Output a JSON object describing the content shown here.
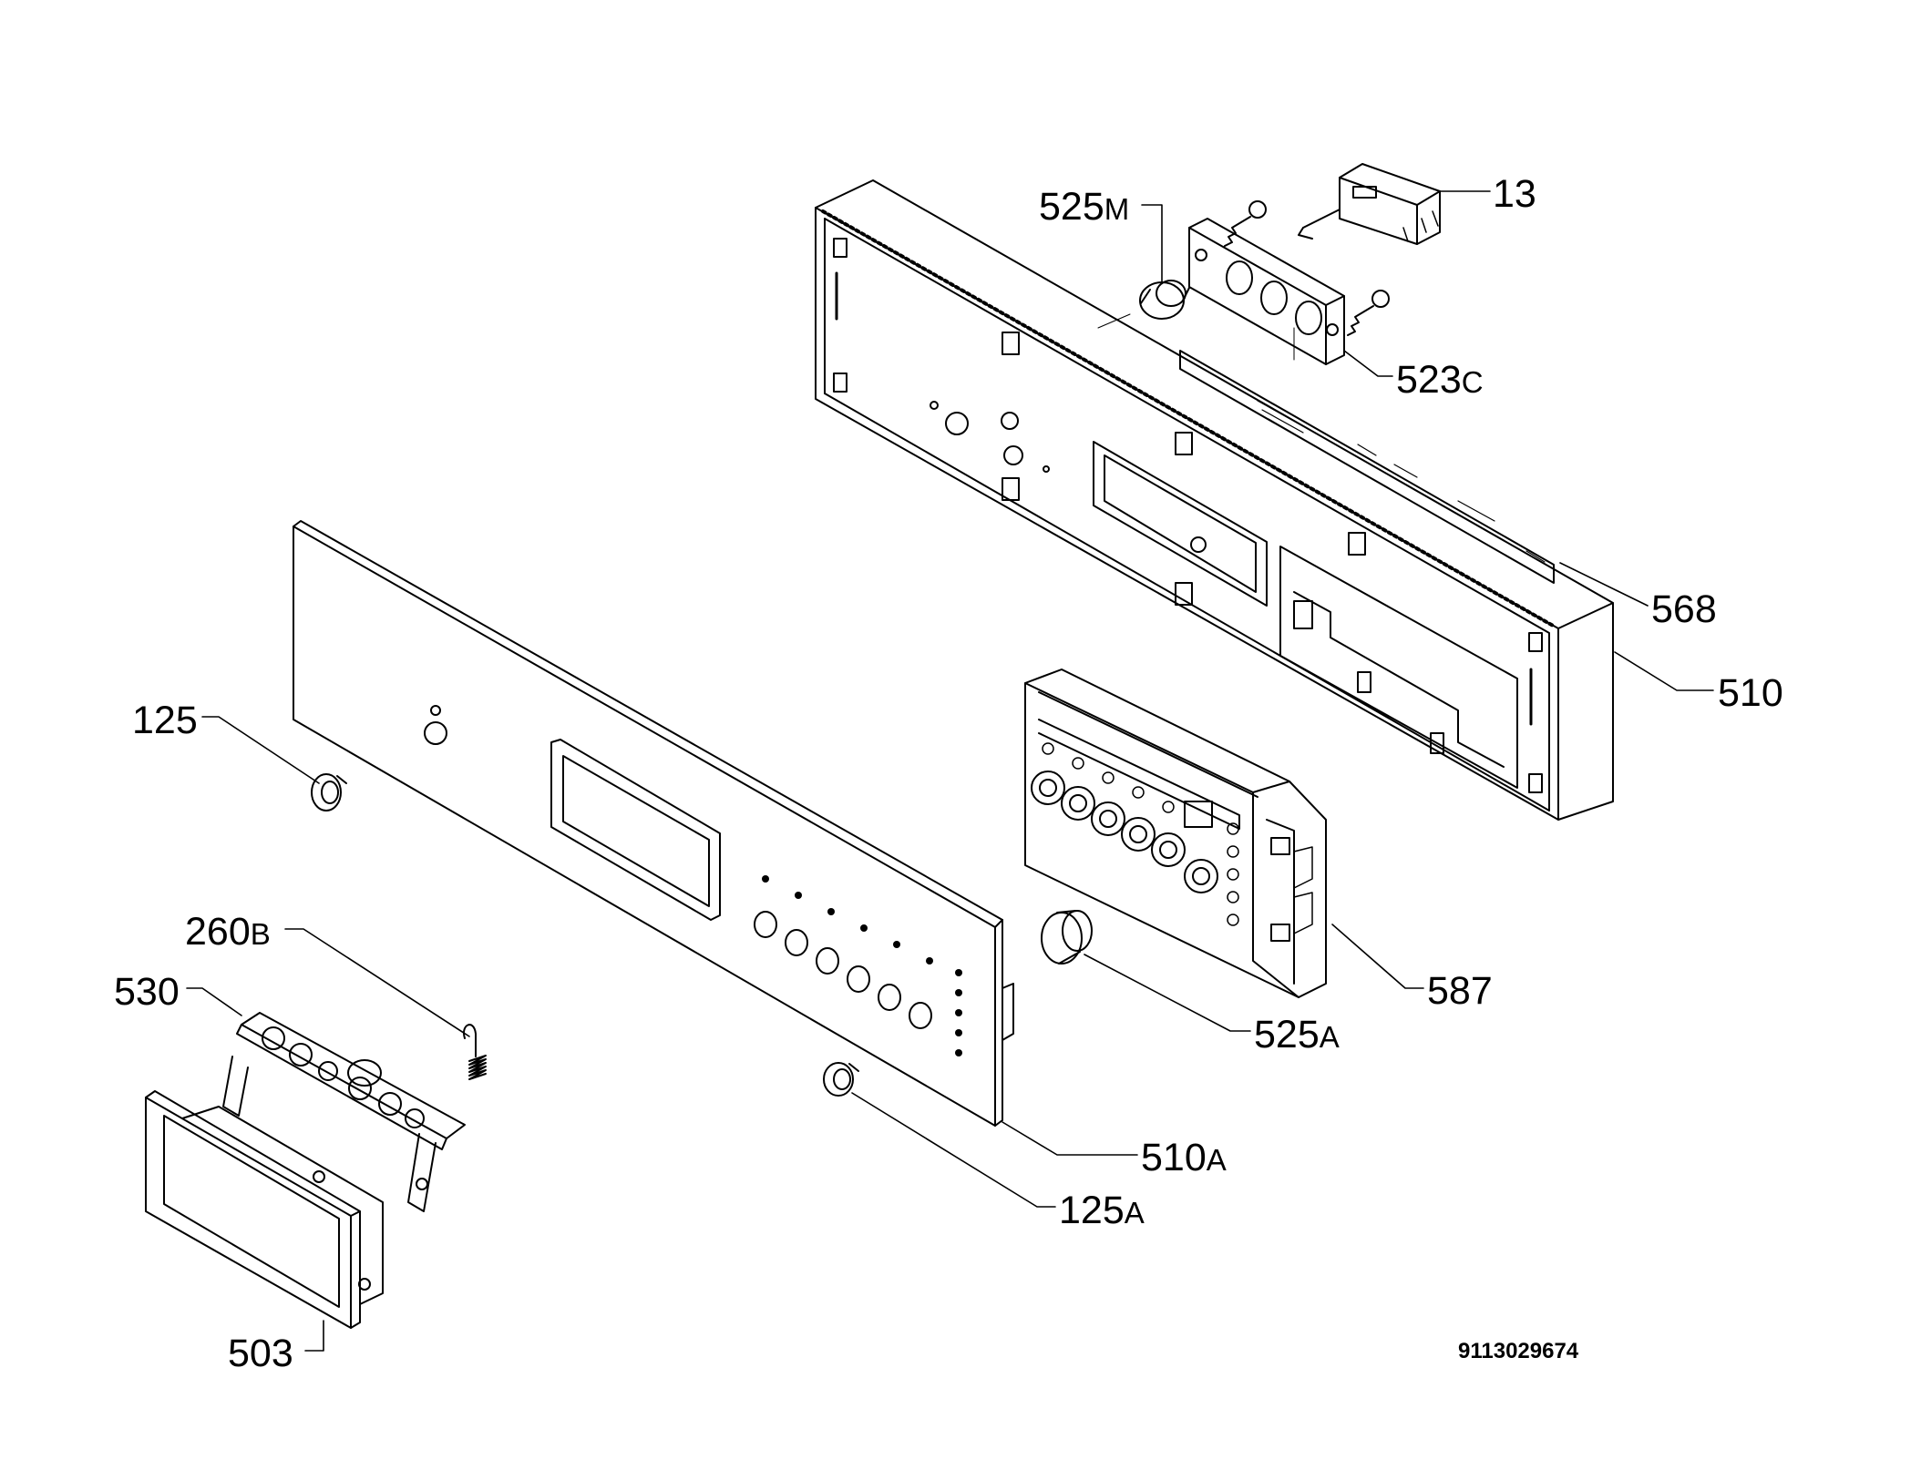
{
  "labels": {
    "l13": {
      "num": "13",
      "suf": ""
    },
    "l525m": {
      "num": "525",
      "suf": "M"
    },
    "l523c": {
      "num": "523",
      "suf": "C"
    },
    "l568": {
      "num": "568",
      "suf": ""
    },
    "l510": {
      "num": "510",
      "suf": ""
    },
    "l125": {
      "num": "125",
      "suf": ""
    },
    "l587": {
      "num": "587",
      "suf": ""
    },
    "l525a": {
      "num": "525",
      "suf": "A"
    },
    "l260b": {
      "num": "260",
      "suf": "B"
    },
    "l530": {
      "num": "530",
      "suf": ""
    },
    "l510a": {
      "num": "510",
      "suf": "A"
    },
    "l125a": {
      "num": "125",
      "suf": "A"
    },
    "l503": {
      "num": "503",
      "suf": ""
    }
  },
  "document_number": "9113029674"
}
